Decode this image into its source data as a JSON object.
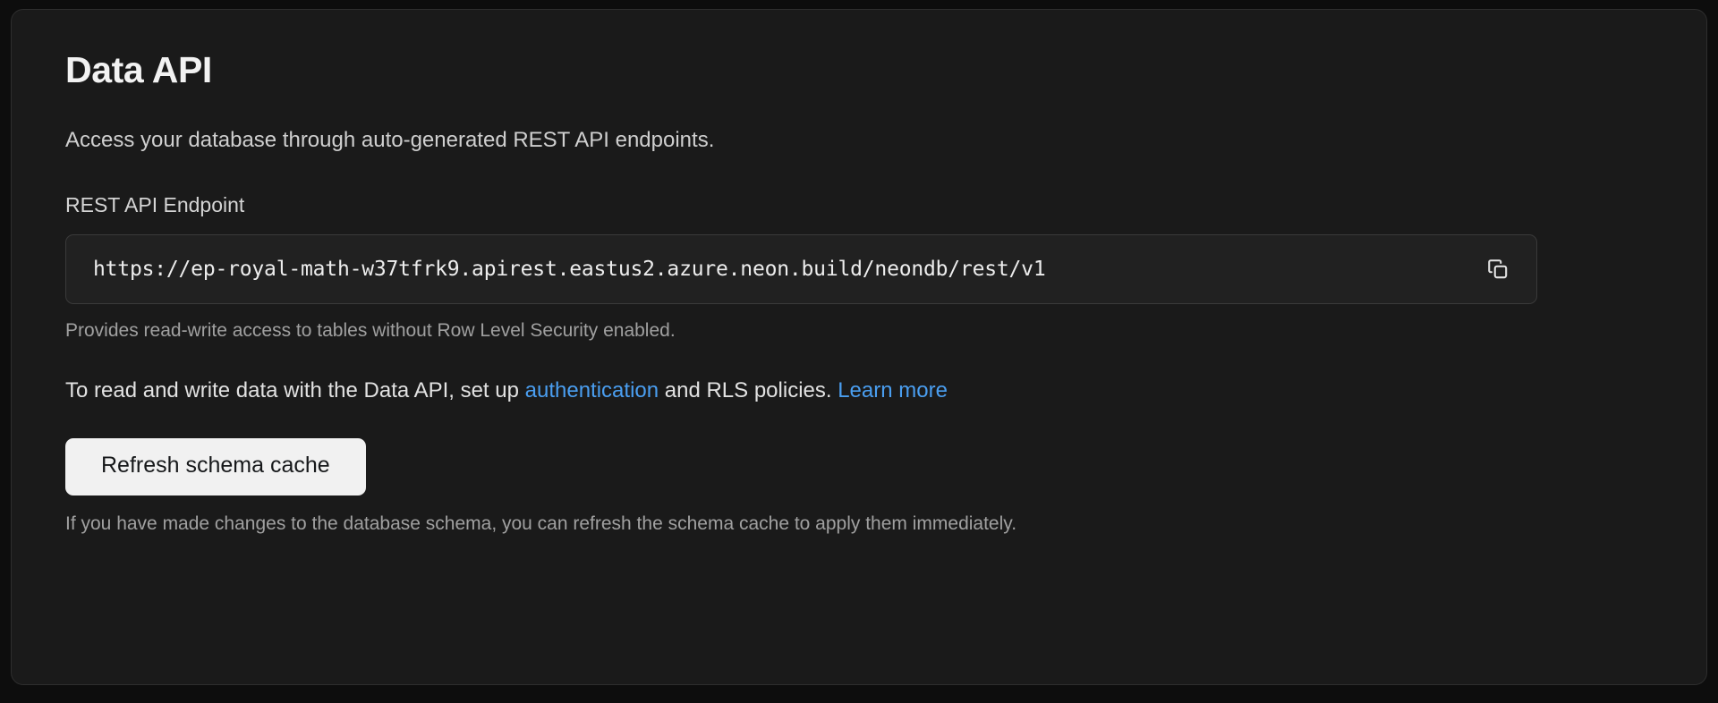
{
  "card": {
    "title": "Data API",
    "subtitle": "Access your database through auto-generated REST API endpoints.",
    "endpoint": {
      "label": "REST API Endpoint",
      "value": "https://ep-royal-math-w37tfrk9.apirest.eastus2.azure.neon.build/neondb/rest/v1",
      "copy_icon": "copy-icon",
      "helper": "Provides read-write access to tables without Row Level Security enabled."
    },
    "info": {
      "prefix": "To read and write data with the Data API, set up ",
      "link_auth": "authentication",
      "middle": " and RLS policies. ",
      "link_learn": "Learn more"
    },
    "refresh_button": "Refresh schema cache",
    "footnote": "If you have made changes to the database schema, you can refresh the schema cache to apply them immediately."
  },
  "colors": {
    "page_background": "#0d0d0d",
    "card_background": "#1a1a1a",
    "card_border": "#2e2e2e",
    "input_background": "#212121",
    "input_border": "#3a3a3a",
    "link": "#4a9ef0",
    "button_background": "#f1f1f1",
    "button_text": "#16181a",
    "muted_text": "#a0a0a0",
    "primary_text": "#f2f2f2"
  }
}
